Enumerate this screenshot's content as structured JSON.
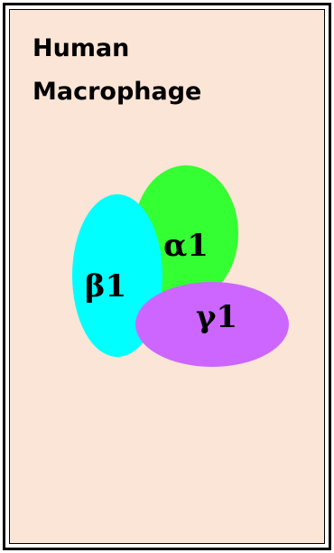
{
  "title": {
    "line1": "Human",
    "line2": "Macrophage"
  },
  "subunits": {
    "alpha": {
      "label": "α1",
      "color": "#33ff33"
    },
    "beta": {
      "label": "β1",
      "color": "#00ffff"
    },
    "gamma": {
      "label": "γ1",
      "color": "#cc66ff"
    }
  },
  "colors": {
    "background": "#fbe5d6",
    "border": "#000000"
  }
}
